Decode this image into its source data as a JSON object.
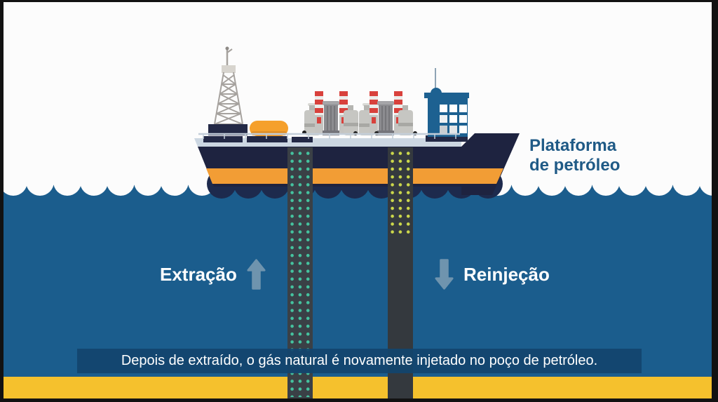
{
  "scene": {
    "description": "Educational illustration of an FPSO oil platform ship with gas extraction and reinjection pipes",
    "sky_color": "#fcfcfc",
    "ocean_color": "#1b5d8d",
    "seabed_color": "#f5c12d",
    "hull_color": "#1e2340",
    "hull_stripe_color": "#f29d35",
    "deck_color": "#ccd7e2",
    "building_color": "#1d6191",
    "smokestack_red": "#d8413c",
    "pipe_color": "#3a4046",
    "extraction_dot_color": "#45c39f",
    "reinjection_dot_color": "#ccd84b",
    "label_blue": "#1f5a86",
    "arrow_color": "#6f94ae",
    "caption_bg": "#13466c",
    "frame_border_color": "#121212"
  },
  "labels": {
    "platform": "Plataforma de petróleo",
    "extraction": "Extração",
    "reinjection": "Reinjeção"
  },
  "icons": {
    "extraction_arrow": "arrow-up-icon",
    "reinjection_arrow": "arrow-down-icon"
  },
  "caption": {
    "text": "Depois de extraído, o gás natural é novamente injetado no poço de petróleo."
  }
}
